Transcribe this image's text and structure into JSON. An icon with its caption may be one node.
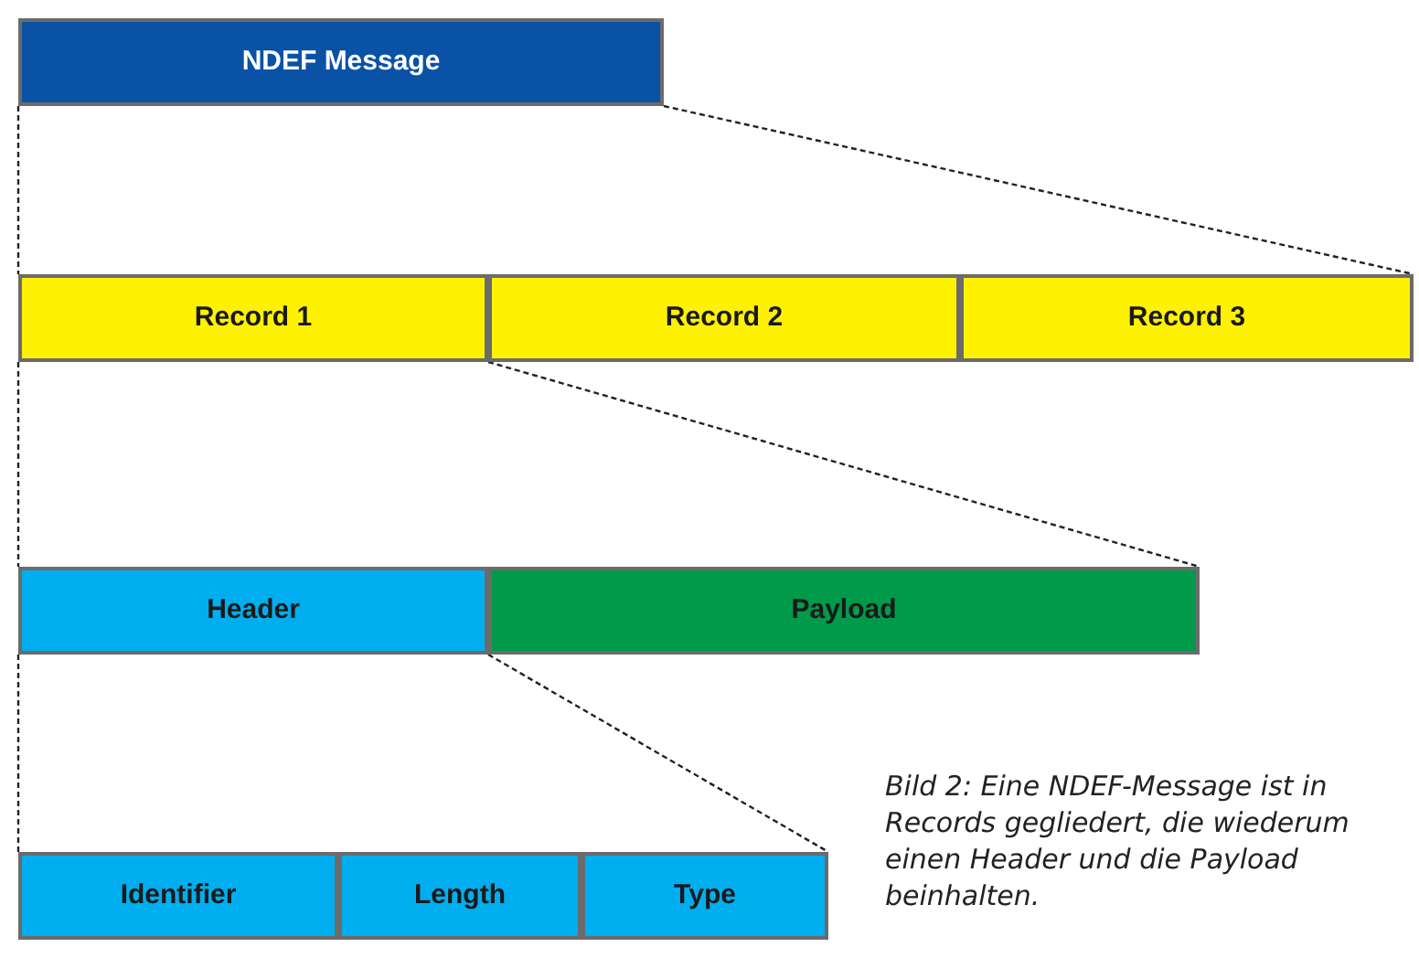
{
  "diagram": {
    "caption": "Bild 2: Eine NDEF-Message ist in Records gegliedert, die wiederum einen Header und die Payload beinhalten.",
    "nodes": [
      {
        "text": [
          "NDEF Message"
        ]
      },
      {
        "text": [
          "Record 1"
        ]
      },
      {
        "text": [
          "Record 2"
        ]
      },
      {
        "text": [
          "Record 3"
        ]
      },
      {
        "text": [
          "Header"
        ]
      },
      {
        "text": [
          "Payload"
        ]
      },
      {
        "text": [
          "Identifier"
        ]
      },
      {
        "text": [
          "Length"
        ]
      },
      {
        "text": [
          "Type"
        ]
      }
    ],
    "edges": [
      {
        "from": 0,
        "to": 1,
        "arrow": "none",
        "style": "dashed"
      },
      {
        "from": 0,
        "to": 3,
        "arrow": "none",
        "style": "dashed"
      },
      {
        "from": 1,
        "to": 4,
        "arrow": "none",
        "style": "dashed"
      },
      {
        "from": 1,
        "to": 5,
        "arrow": "none",
        "style": "dashed"
      },
      {
        "from": 4,
        "to": 6,
        "arrow": "none",
        "style": "dashed"
      },
      {
        "from": 4,
        "to": 8,
        "arrow": "none",
        "style": "dashed"
      }
    ]
  }
}
